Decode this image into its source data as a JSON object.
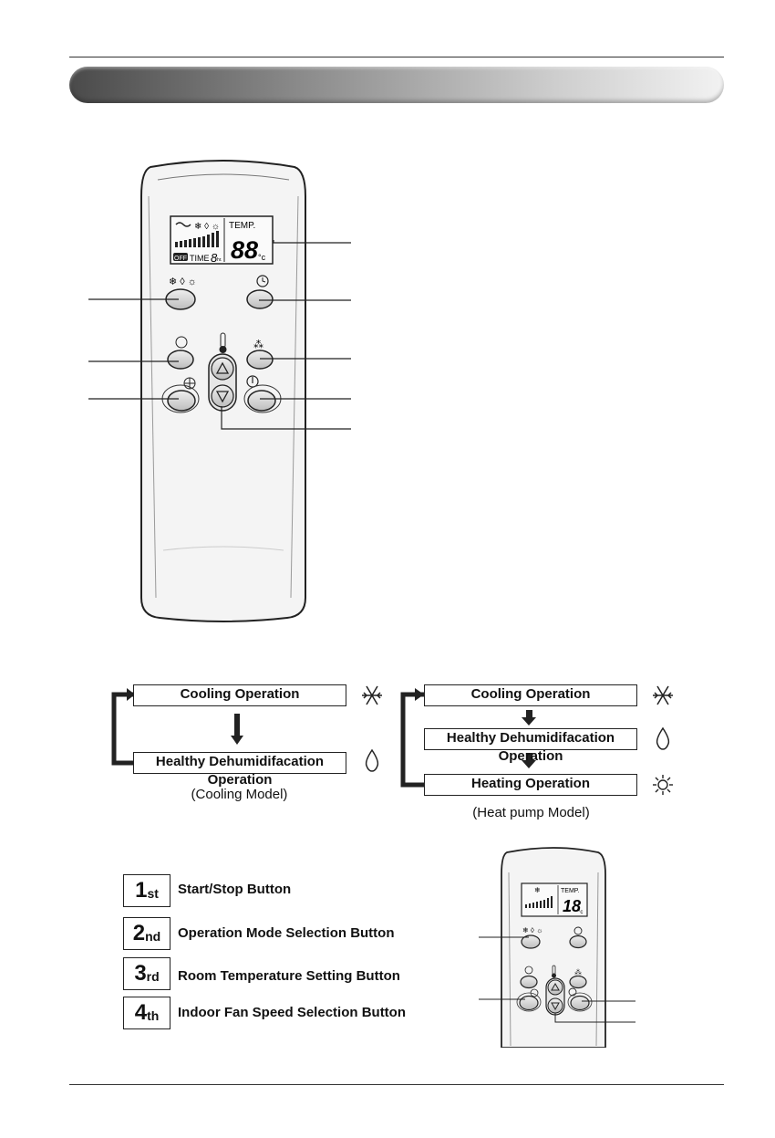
{
  "remote_display": {
    "temp_label": "TEMP.",
    "digits": "88",
    "degree": "°c",
    "off_badge": "OFF",
    "time_label": "TIME",
    "time_digit": "8",
    "hr_label": "hr."
  },
  "flows": {
    "cooling_model": {
      "steps": [
        "Cooling Operation",
        "Healthy Dehumidifacation Operation"
      ],
      "caption": "(Cooling Model)"
    },
    "heat_pump_model": {
      "steps": [
        "Cooling Operation",
        "Healthy Dehumidifacation Operation",
        "Heating Operation"
      ],
      "caption": "(Heat pump Model)"
    }
  },
  "sequence": [
    {
      "num": "1",
      "suffix": "st",
      "label": "Start/Stop Button"
    },
    {
      "num": "2",
      "suffix": "nd",
      "label": "Operation Mode Selection Button"
    },
    {
      "num": "3",
      "suffix": "rd",
      "label": "Room Temperature Setting Button"
    },
    {
      "num": "4",
      "suffix": "th",
      "label": "Indoor Fan Speed Selection Button"
    }
  ],
  "mini_remote": {
    "temp_label": "TEMP.",
    "digits": "18",
    "degree": "°c"
  }
}
